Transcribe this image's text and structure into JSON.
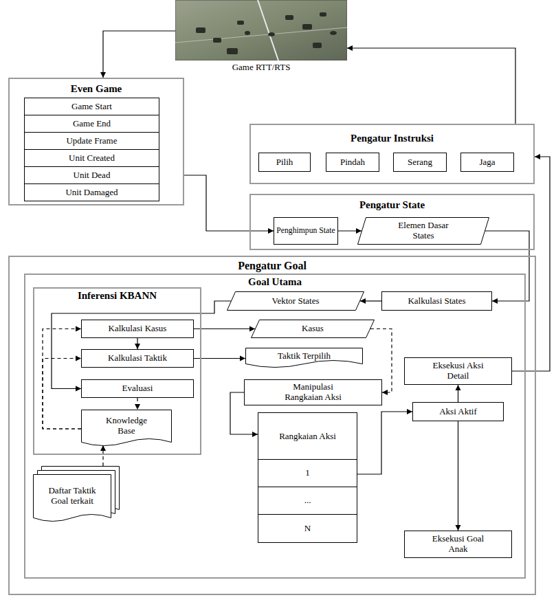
{
  "diagram": {
    "nodes": [
      {
        "text": [
          "Game RTT/RTS"
        ]
      },
      {
        "text": [
          "Even Game"
        ]
      },
      {
        "text": [
          "Game Start"
        ],
        "in": 1
      },
      {
        "text": [
          "Game End"
        ],
        "in": 1
      },
      {
        "text": [
          "Update Frame"
        ],
        "in": 1
      },
      {
        "text": [
          "Unit Created"
        ],
        "in": 1
      },
      {
        "text": [
          "Unit Dead"
        ],
        "in": 1
      },
      {
        "text": [
          "Unit Damaged"
        ],
        "in": 1
      },
      {
        "text": [
          "Pengatur Instruksi"
        ]
      },
      {
        "text": [
          "Pilih"
        ],
        "in": 8
      },
      {
        "text": [
          "Pindah"
        ],
        "in": 8
      },
      {
        "text": [
          "Serang"
        ],
        "in": 8
      },
      {
        "text": [
          "Jaga"
        ],
        "in": 8
      },
      {
        "text": [
          "Pengatur State"
        ]
      },
      {
        "text": [
          "Penghimpun State"
        ],
        "in": 13
      },
      {
        "text": [
          "Elemen Dasar States"
        ],
        "in": 13
      },
      {
        "text": [
          "Pengatur Goal"
        ]
      },
      {
        "text": [
          "Goal Utama"
        ],
        "in": 16
      },
      {
        "text": [
          "Inferensi KBANN"
        ],
        "in": 17
      },
      {
        "text": [
          "Kalkulasi Kasus"
        ],
        "in": 18
      },
      {
        "text": [
          "Kalkulasi Taktik"
        ],
        "in": 18
      },
      {
        "text": [
          "Evaluasi"
        ],
        "in": 18
      },
      {
        "text": [
          "Knowledge Base"
        ],
        "in": 18
      },
      {
        "text": [
          "Vektor States"
        ],
        "in": 17
      },
      {
        "text": [
          "Kalkulasi States"
        ],
        "in": 17
      },
      {
        "text": [
          "Kasus"
        ],
        "in": 17
      },
      {
        "text": [
          "Taktik Terpilih"
        ],
        "in": 17
      },
      {
        "text": [
          "Eksekusi Aksi Detail"
        ],
        "in": 17
      },
      {
        "text": [
          "Manipulasi Rangkaian Aksi"
        ],
        "in": 17
      },
      {
        "text": [
          "Rangkaian Aksi"
        ],
        "in": 17
      },
      {
        "text": [
          "1"
        ],
        "in": 29
      },
      {
        "text": [
          "..."
        ],
        "in": 29
      },
      {
        "text": [
          "N"
        ],
        "in": 29
      },
      {
        "text": [
          "Aksi Aktif"
        ],
        "in": 17
      },
      {
        "text": [
          "Eksekusi Goal Anak"
        ],
        "in": 17
      },
      {
        "text": [
          "Daftar Taktik Goal terkait"
        ],
        "in": 17
      }
    ],
    "edges": [
      {
        "from": 0,
        "to": 1,
        "arrow": "to"
      },
      {
        "from": 1,
        "to": 14,
        "arrow": "to"
      },
      {
        "from": 14,
        "to": 15,
        "arrow": "to"
      },
      {
        "from": 15,
        "to": 24,
        "arrow": "to"
      },
      {
        "from": 24,
        "to": 23,
        "arrow": "to"
      },
      {
        "from": 23,
        "to": 21,
        "arrow": "to"
      },
      {
        "from": 22,
        "to": 19,
        "arrow": "to"
      },
      {
        "from": 22,
        "to": 20,
        "arrow": "to"
      },
      {
        "from": 19,
        "to": 20,
        "arrow": "to"
      },
      {
        "from": 21,
        "to": 22,
        "arrow": "to"
      },
      {
        "from": 19,
        "to": 25,
        "arrow": "to"
      },
      {
        "from": 20,
        "to": 26,
        "arrow": "to"
      },
      {
        "from": 25,
        "to": 28,
        "arrow": "to"
      },
      {
        "from": 28,
        "to": 29,
        "arrow": "to"
      },
      {
        "from": 29,
        "to": 33,
        "arrow": "to"
      },
      {
        "from": 33,
        "to": 27,
        "arrow": "to"
      },
      {
        "from": 33,
        "to": 34,
        "arrow": "to"
      },
      {
        "from": 27,
        "to": 8,
        "arrow": "to"
      },
      {
        "from": 8,
        "to": 0,
        "arrow": "to"
      },
      {
        "from": 35,
        "to": 22,
        "arrow": "to"
      }
    ]
  }
}
